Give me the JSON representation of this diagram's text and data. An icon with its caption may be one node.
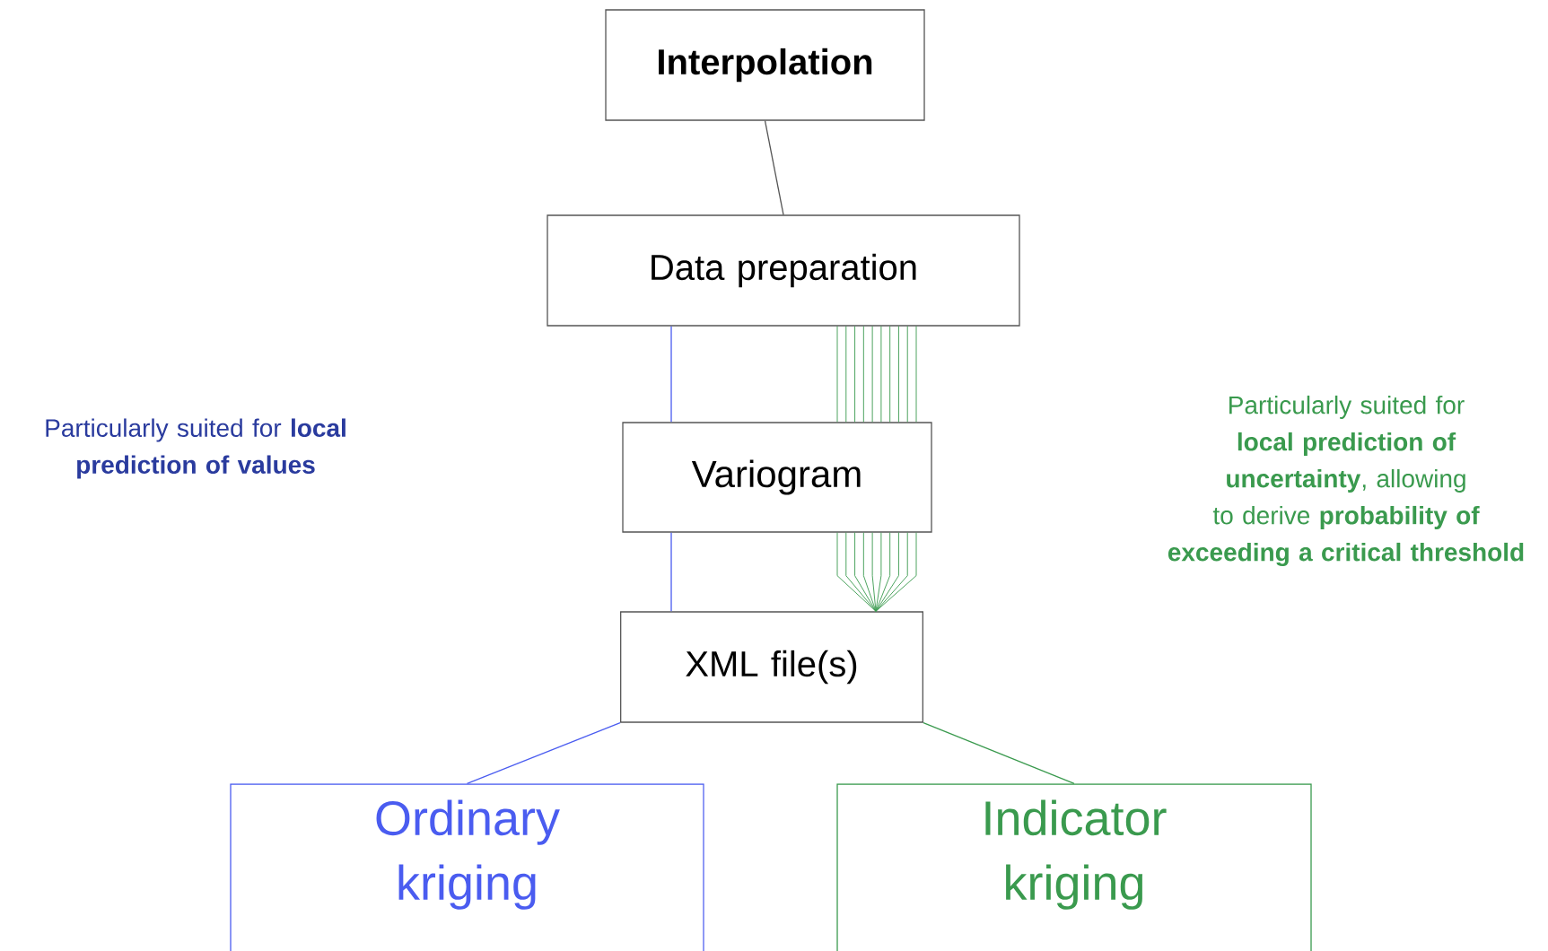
{
  "diagram": {
    "nodes": [
      {
        "text": [
          "Interpolation"
        ]
      },
      {
        "text": [
          "Data preparation"
        ]
      },
      {
        "text": [
          "Variogram"
        ]
      },
      {
        "text": [
          "XML file(s)"
        ]
      },
      {
        "text": [
          "Ordinary kriging"
        ]
      },
      {
        "text": [
          "Indicator kriging"
        ]
      }
    ],
    "edges": [
      {
        "from": 0,
        "to": 1,
        "arrow": "none",
        "color": "#555555"
      },
      {
        "from": 1,
        "to": 2,
        "arrow": "none",
        "color": "#4a5cf0"
      },
      {
        "from": 1,
        "to": 2,
        "arrow": "none",
        "color": "#3a9a4e"
      },
      {
        "from": 2,
        "to": 3,
        "arrow": "none",
        "color": "#4a5cf0"
      },
      {
        "from": 2,
        "to": 3,
        "arrow": "none",
        "color": "#3a9a4e"
      },
      {
        "from": 3,
        "to": 4,
        "arrow": "none",
        "color": "#4a5cf0"
      },
      {
        "from": 3,
        "to": 5,
        "arrow": "none",
        "color": "#3a9a4e"
      }
    ],
    "labels": [
      "Particularly suited for **local prediction of values**",
      "Particularly suited for **local prediction of uncertainty**, allowing to derive **probability of exceeding a critical threshold**"
    ]
  }
}
